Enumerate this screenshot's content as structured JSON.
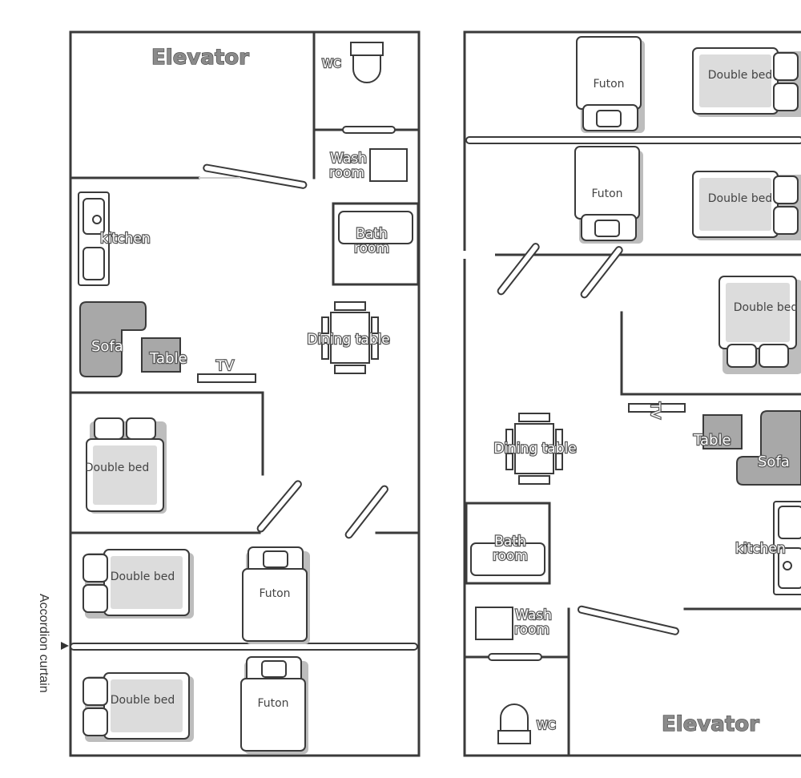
{
  "labels": {
    "elevator": "Elevator",
    "wc": "WC",
    "wash_room": [
      "Wash",
      "room"
    ],
    "bath_room": [
      "Bath",
      "room"
    ],
    "kitchen": "kitchen",
    "sofa": "Sofa",
    "table": "Table",
    "tv": "TV",
    "dining_table": "Dining table",
    "double_bed": "Double bed",
    "futon": "Futon",
    "accordion_curtain": "Accordion curtain"
  },
  "colors": {
    "wall": "#3a3a3a",
    "furniture_gray": "#a8a8a8",
    "bed_fill": "#dcdcdc",
    "label_outline": "#555555"
  }
}
